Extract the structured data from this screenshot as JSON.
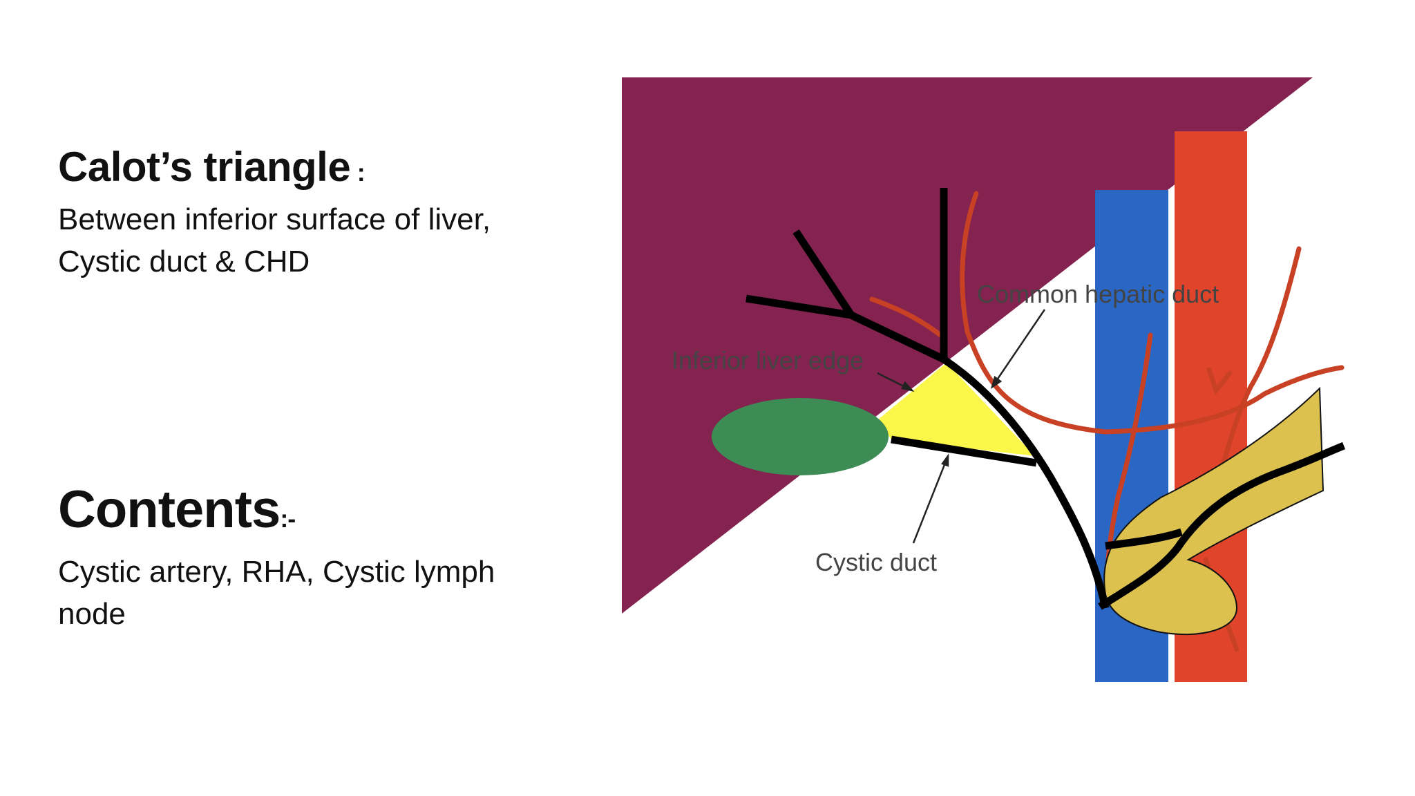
{
  "calot": {
    "title": "Calot’s triangle",
    "title_suffix": " :",
    "lines": [
      "Between inferior surface of liver,",
      "Cystic duct & CHD"
    ]
  },
  "contents": {
    "title": "Contents",
    "title_suffix": ":-",
    "lines": [
      "Cystic artery, RHA, Cystic lymph",
      "node"
    ]
  },
  "diagram": {
    "labels": {
      "common_hepatic_duct": "Common hepatic duct",
      "inferior_liver_edge": "Inferior liver edge",
      "cystic_duct": "Cystic duct"
    },
    "colors": {
      "liver": "#84234f",
      "triangle": "#fbf64a",
      "gallbladder": "#3d8b55",
      "artery": "#e0452c",
      "vein": "#2a66c4",
      "pancreas": "#dcc14f",
      "duct": "#000000",
      "small_artery": "#c94124",
      "label_text": "#555555"
    }
  }
}
